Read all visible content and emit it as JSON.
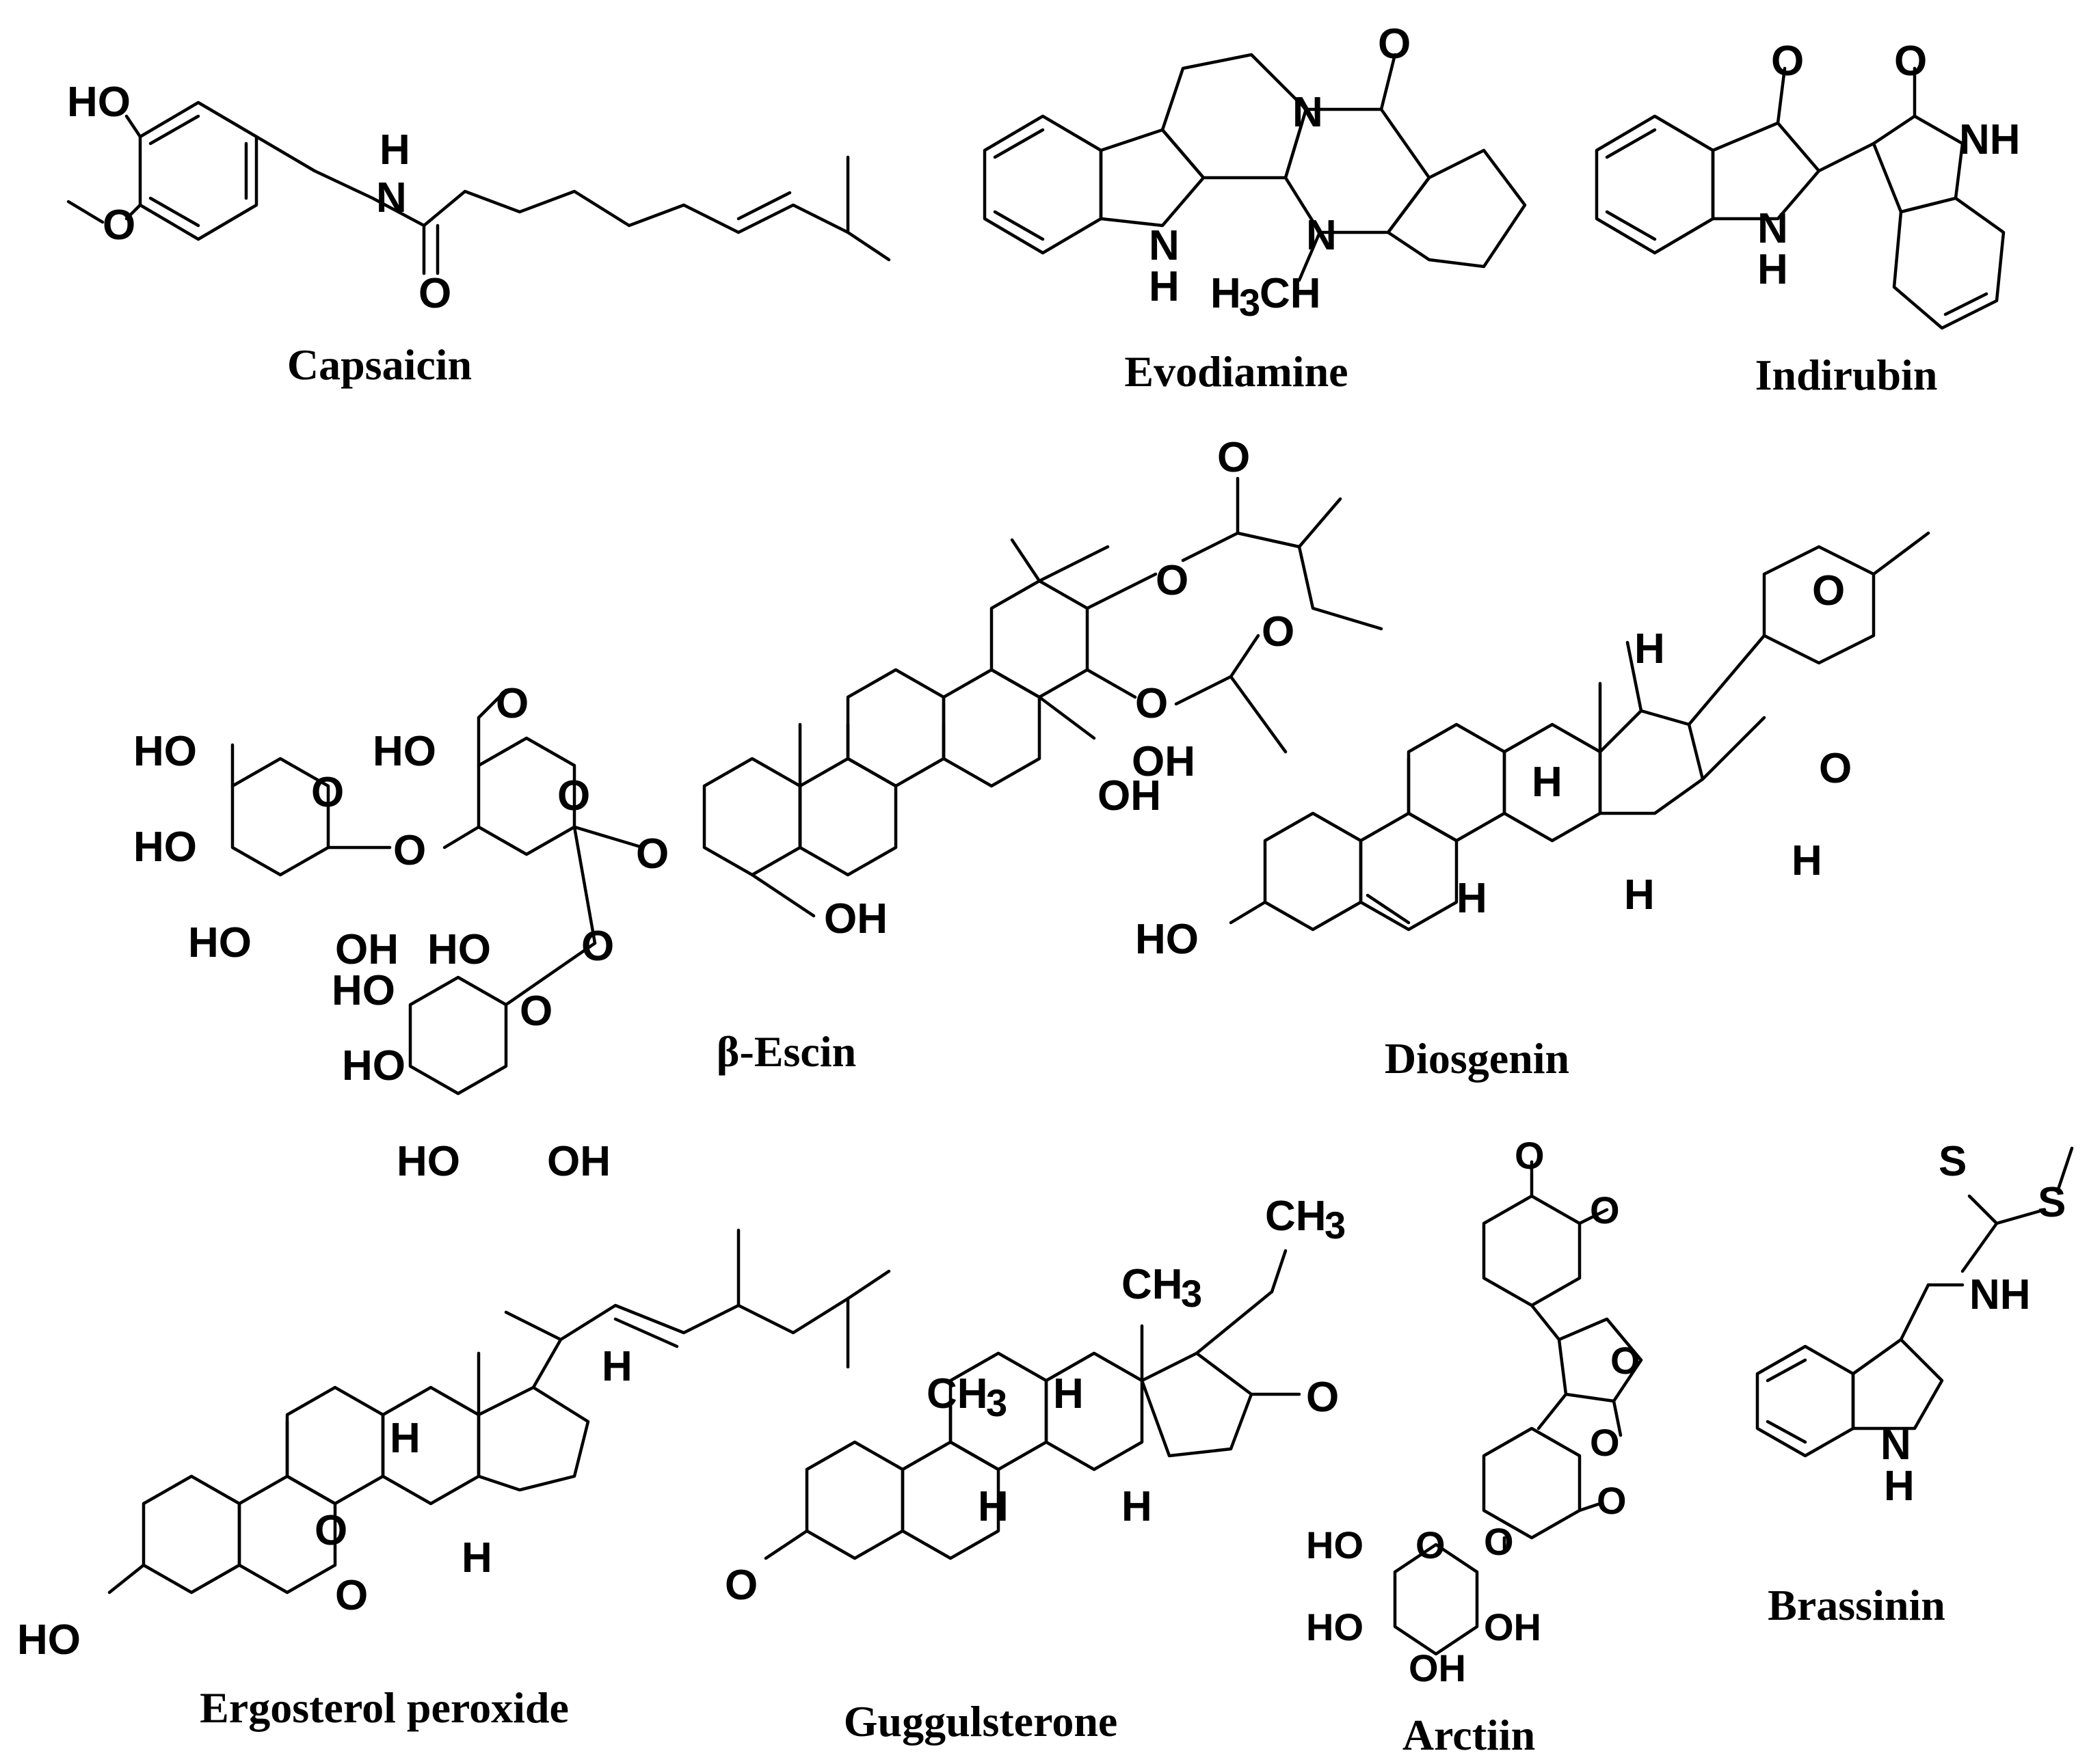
{
  "compounds": [
    {
      "id": "capsaicin",
      "name": "Capsaicin"
    },
    {
      "id": "evodiamine",
      "name": "Evodiamine"
    },
    {
      "id": "indirubin",
      "name": "Indirubin"
    },
    {
      "id": "beta-escin",
      "name": "β-Escin"
    },
    {
      "id": "diosgenin",
      "name": "Diosgenin"
    },
    {
      "id": "ergosterol-peroxide",
      "name": "Ergosterol peroxide"
    },
    {
      "id": "guggulsterone",
      "name": "Guggulsterone"
    },
    {
      "id": "arctiin",
      "name": "Arctiin"
    },
    {
      "id": "brassinin",
      "name": "Brassinin"
    }
  ],
  "atom_labels": {
    "HO": "HO",
    "OH": "OH",
    "O": "O",
    "N": "N",
    "H": "H",
    "NH": "NH",
    "S": "S",
    "CH": "CH",
    "sub3": "3",
    "HN_sub": "H"
  }
}
